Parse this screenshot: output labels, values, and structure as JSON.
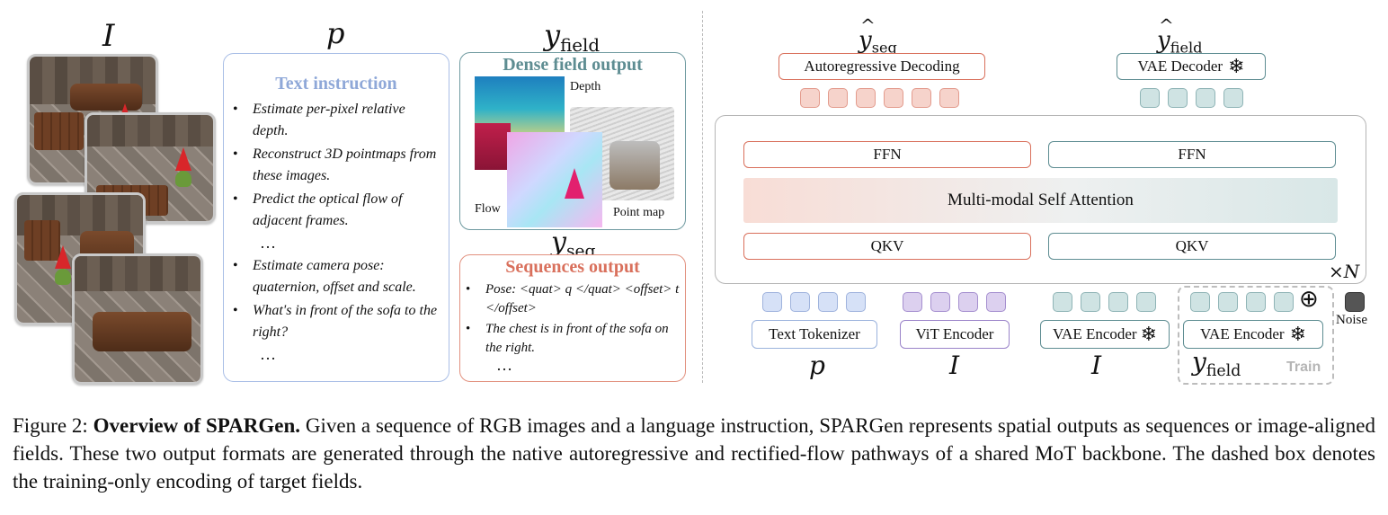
{
  "labels": {
    "I_top": "I",
    "p_top": "p",
    "y_field_top_main": "y",
    "y_field_top_sub": "field",
    "y_seq_mid_main": "y",
    "y_seq_mid_sub": "seq",
    "yhat_seq_main": "y",
    "yhat_seq_sub": "seq",
    "yhat_field_main": "y",
    "yhat_field_sub": "field",
    "bottom_p": "p",
    "bottom_I1": "I",
    "bottom_I2": "I",
    "bottom_yfield_main": "y",
    "bottom_yfield_sub": "field",
    "times_N": "×N"
  },
  "text_panel": {
    "title": "Text instruction",
    "items": [
      "Estimate per-pixel relative depth.",
      "Reconstruct 3D pointmaps from these images.",
      "Predict the optical flow of adjacent frames."
    ],
    "ellipsis1": "…",
    "items2": [
      "Estimate camera pose: quaternion, offset and scale.",
      "What's in front of the sofa to the right?"
    ],
    "ellipsis2": "…"
  },
  "field_panel": {
    "title": "Dense field output",
    "depth_label": "Depth",
    "flow_label": "Flow",
    "pointmap_label": "Point map"
  },
  "seq_panel": {
    "title": "Sequences output",
    "item1": "Pose: <quat> q </quat> <offset> t </offset>",
    "item2": "The chest is in front of the sofa on the right.",
    "ellipsis": "…"
  },
  "architecture": {
    "ar_decoding": "Autoregressive Decoding",
    "vae_decoder": "VAE Decoder",
    "ffn_left": "FFN",
    "ffn_right": "FFN",
    "attention": "Multi-modal Self Attention",
    "qkv_left": "QKV",
    "qkv_right": "QKV",
    "text_tokenizer": "Text Tokenizer",
    "vit_encoder": "ViT Encoder",
    "vae_encoder_1": "VAE Encoder",
    "vae_encoder_2": "VAE Encoder",
    "noise": "Noise",
    "train": "Train",
    "plus": "⊕",
    "snowflake_icon": "snowflake-icon"
  },
  "caption": {
    "label": "Figure 2: ",
    "bold": "Overview of SPARGen.",
    "text": " Given a sequence of RGB images and a language instruction, SPARGen represents spatial outputs as sequences or image-aligned fields. These two output formats are generated through the native autoregressive and rectified-flow pathways of a shared MoT backbone. The dashed box denotes the training-only encoding of target fields."
  },
  "colors": {
    "red": "#d9705c",
    "teal": "#5e8d92",
    "blue": "#9bb3dd",
    "purple": "#9a83c9",
    "text_title": "#8fa8d8",
    "field_title": "#5e8d92",
    "seq_title": "#d9705c"
  }
}
